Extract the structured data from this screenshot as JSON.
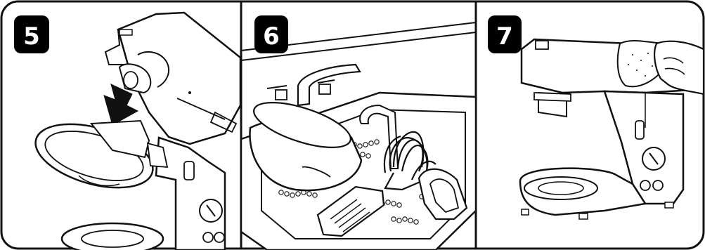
{
  "panels": [
    {
      "step": "5"
    },
    {
      "step": "6"
    },
    {
      "step": "7"
    }
  ],
  "colors": {
    "line": "#111111",
    "badge": "#000000",
    "badge_text": "#ffffff",
    "background": "#ffffff"
  }
}
